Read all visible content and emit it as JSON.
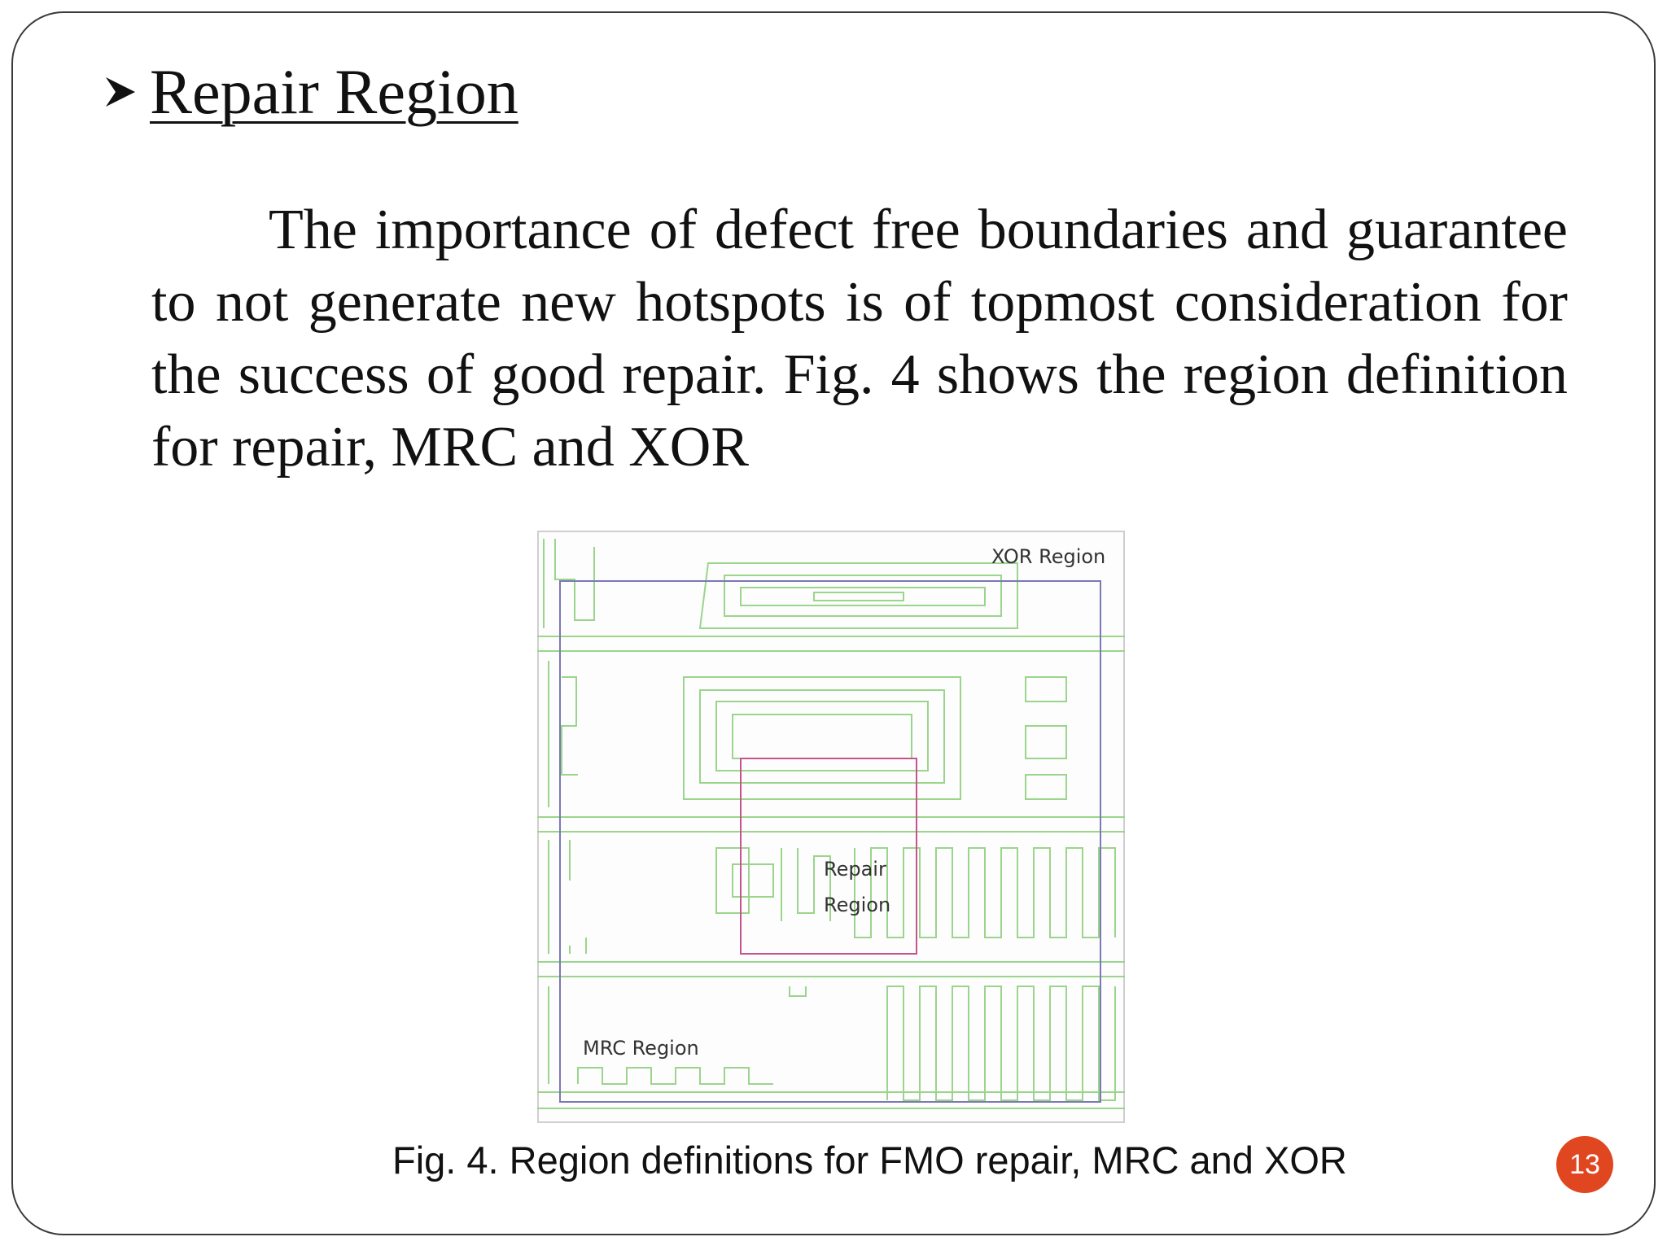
{
  "slide": {
    "heading": "Repair Region",
    "body": "The importance of defect free boundaries and guarantee to not generate new hotspots is of topmost consideration for the success of good repair. Fig. 4 shows the region definition for repair, MRC and XOR",
    "figure": {
      "labels": {
        "xor": "XOR Region",
        "repair_line1": "Repair",
        "repair_line2": "Region",
        "mrc": "MRC Region"
      },
      "colors": {
        "layout": "#9bd58c",
        "region": "#7a78b5",
        "repair": "#c4548c"
      }
    },
    "caption": "Fig. 4. Region definitions for FMO repair, MRC and XOR",
    "page_number": "13",
    "colors": {
      "badge": "#e0461f",
      "border": "#3a3a3a"
    },
    "icons": {
      "bullet": "arrowhead-bullet-icon"
    }
  }
}
